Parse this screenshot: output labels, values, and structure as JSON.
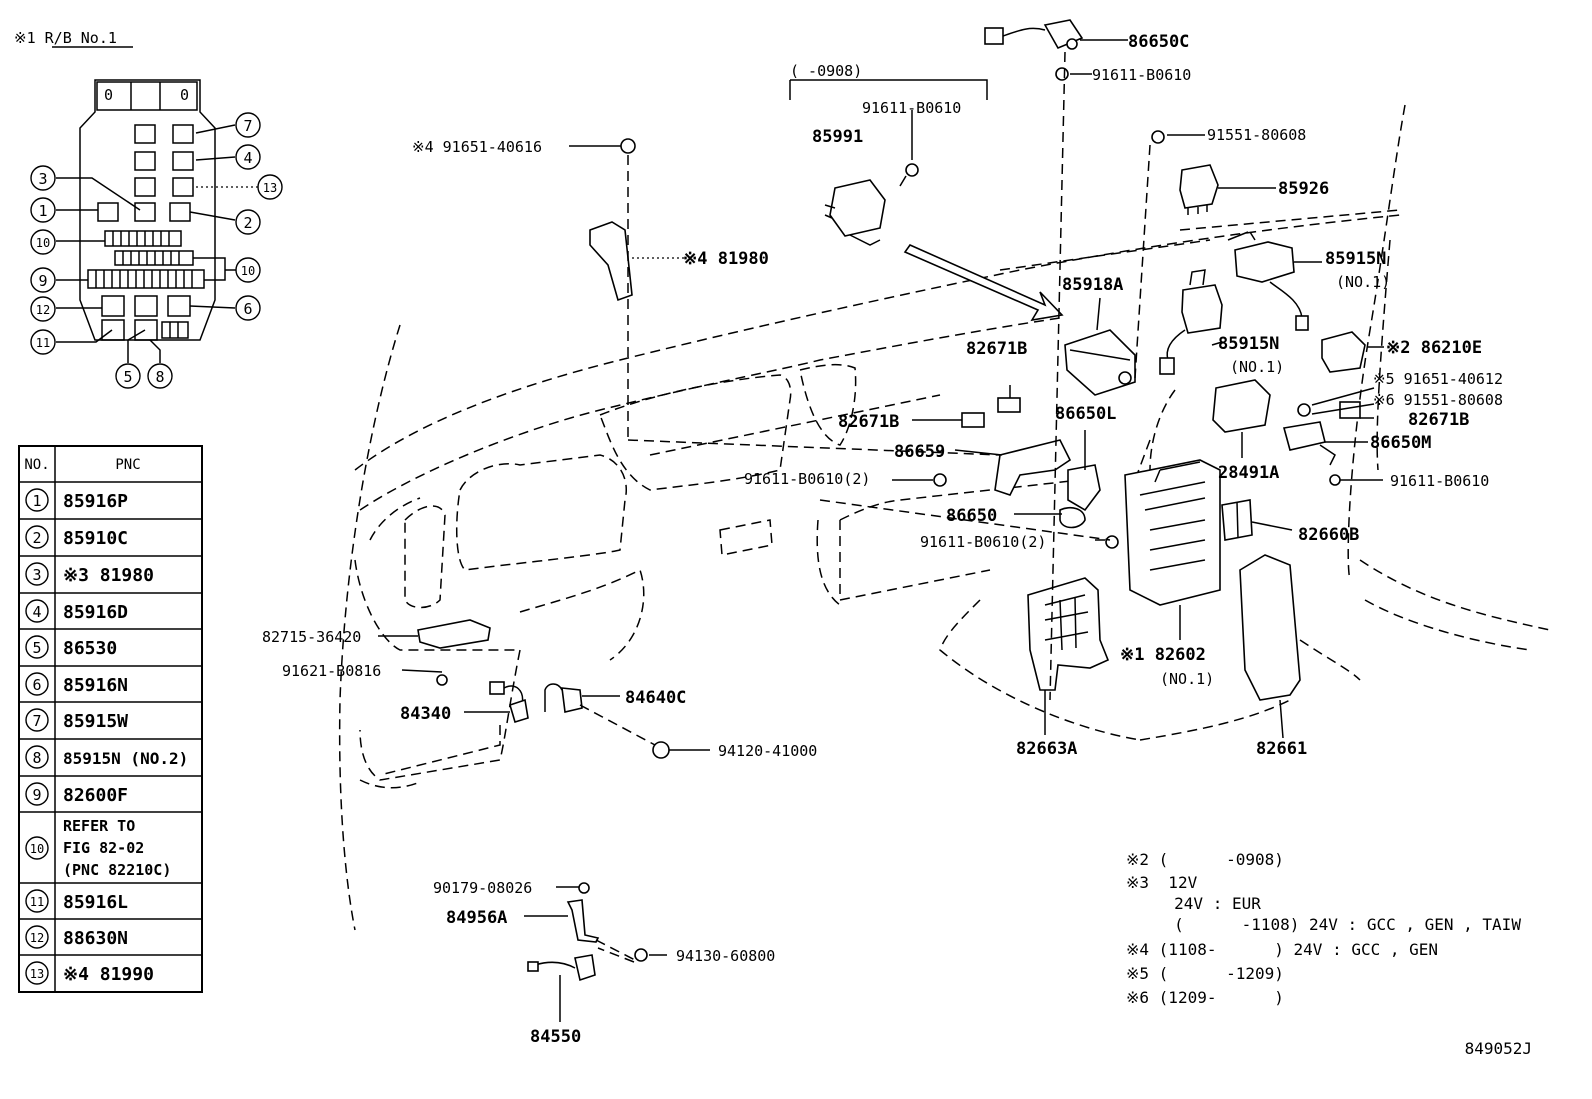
{
  "relay_block": {
    "title": "※1 R/B No.1",
    "callouts": [
      "1",
      "2",
      "3",
      "4",
      "5",
      "6",
      "7",
      "8",
      "9",
      "10",
      "11",
      "12",
      "13"
    ]
  },
  "pnc_table": {
    "headers": [
      "NO.",
      "PNC"
    ],
    "rows": [
      {
        "no": "1",
        "pnc": "85916P"
      },
      {
        "no": "2",
        "pnc": "85910C"
      },
      {
        "no": "3",
        "pnc": "※3 81980"
      },
      {
        "no": "4",
        "pnc": "85916D"
      },
      {
        "no": "5",
        "pnc": "86530"
      },
      {
        "no": "6",
        "pnc": "85916N"
      },
      {
        "no": "7",
        "pnc": "85915W"
      },
      {
        "no": "8",
        "pnc": "85915N (NO.2)"
      },
      {
        "no": "9",
        "pnc": "82600F"
      },
      {
        "no": "10",
        "pnc": "REFER TO",
        "pnc2": "FIG 82-02",
        "pnc3": "(PNC 82210C)"
      },
      {
        "no": "11",
        "pnc": "85916L"
      },
      {
        "no": "12",
        "pnc": "88630N"
      },
      {
        "no": "13",
        "pnc": "※4 81990"
      }
    ]
  },
  "parts": {
    "p86650C": "86650C",
    "p91611_top": "91611-B0610",
    "range_0908": "(      -0908)",
    "p91611_85991": "91611-B0610",
    "p85991": "85991",
    "p91551_top": "91551-80608",
    "p85926": "85926",
    "p91651_40616": "※4 91651-40616",
    "p81980": "※4 81980",
    "p85915N_a": "85915N",
    "p85915N_a_sub": "(NO.1)",
    "p85918A": "85918A",
    "p85915N_b": "85915N",
    "p85915N_b_sub": "(NO.1)",
    "p82671B_a": "82671B",
    "p86210E": "※2 86210E",
    "p91651_40612": "※5 91651-40612",
    "p91551_80608": "※6 91551-80608",
    "p82671B_b": "82671B",
    "p82671B_c": "82671B",
    "p86650L": "86650L",
    "p86650M": "86650M",
    "p86659": "86659",
    "p91611_2a": "91611-B0610(2)",
    "p28491A": "28491A",
    "p91611_right": "91611-B0610",
    "p86650": "86650",
    "p91611_2b": "91611-B0610(2)",
    "p82660B": "82660B",
    "p82715": "82715-36420",
    "p91621": "91621-B0816",
    "p84340": "84340",
    "p84640C": "84640C",
    "p94120": "94120-41000",
    "p82602": "※1 82602",
    "p82602_sub": "(NO.1)",
    "p82663A": "82663A",
    "p82661": "82661",
    "p90179": "90179-08026",
    "p84956A": "84956A",
    "p94130": "94130-60800",
    "p84550": "84550"
  },
  "notes": [
    "※2 (      -0908)",
    "※3  12V",
    "     24V : EUR",
    "     (      -1108) 24V : GCC , GEN , TAIW",
    "※4 (1108-      ) 24V : GCC , GEN",
    "※5 (      -1209)",
    "※6 (1209-      )"
  ],
  "figure_code": "849052J"
}
